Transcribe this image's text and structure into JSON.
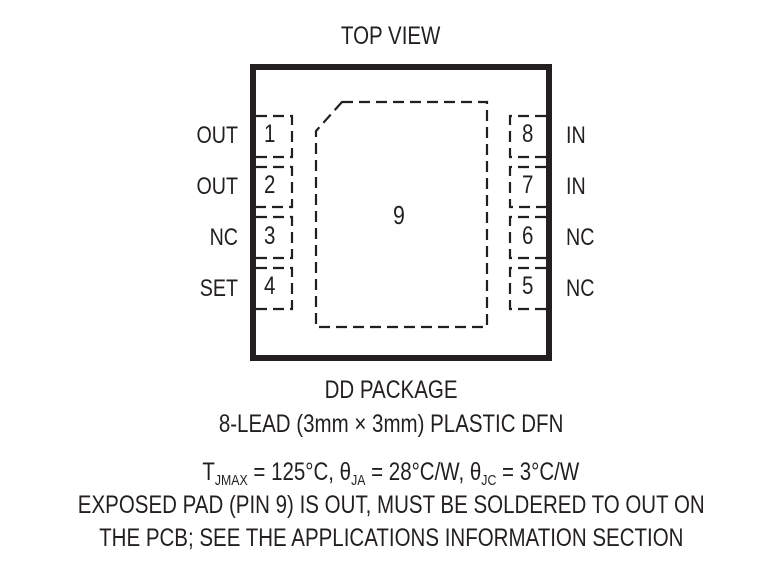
{
  "diagram": {
    "title": "TOP VIEW",
    "package": {
      "name": "DD PACKAGE",
      "description": "8-LEAD (3mm × 3mm) PLASTIC DFN"
    },
    "pins_left": [
      {
        "number": "1",
        "label": "OUT"
      },
      {
        "number": "2",
        "label": "OUT"
      },
      {
        "number": "3",
        "label": "NC"
      },
      {
        "number": "4",
        "label": "SET"
      }
    ],
    "pins_right": [
      {
        "number": "8",
        "label": "IN"
      },
      {
        "number": "7",
        "label": "IN"
      },
      {
        "number": "6",
        "label": "NC"
      },
      {
        "number": "5",
        "label": "NC"
      }
    ],
    "exposed_pad": {
      "number": "9"
    },
    "thermal": {
      "tjmax_symbol": "T",
      "tjmax_sub": "JMAX",
      "tjmax_value": " = 125°C, ",
      "theta_ja_symbol": "θ",
      "theta_ja_sub": "JA",
      "theta_ja_value": " = 28°C/W, ",
      "theta_jc_symbol": "θ",
      "theta_jc_sub": "JC",
      "theta_jc_value": " = 3°C/W"
    },
    "notes": [
      "EXPOSED PAD (PIN 9) IS OUT, MUST BE SOLDERED TO OUT ON",
      "THE PCB; SEE THE APPLICATIONS INFORMATION SECTION"
    ],
    "colors": {
      "ink": "#231f20",
      "background": "#ffffff"
    }
  }
}
